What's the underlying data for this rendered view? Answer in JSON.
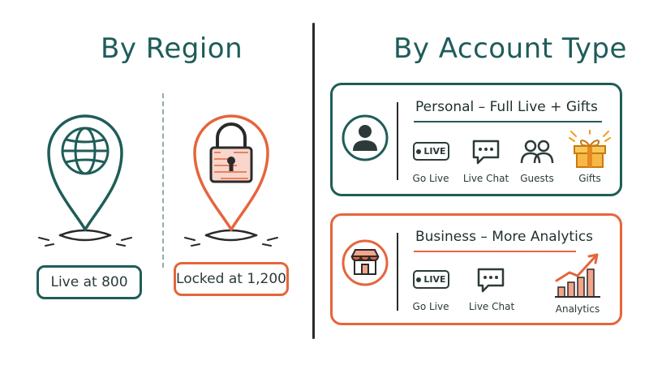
{
  "region": {
    "title": "By Region",
    "live_label": "Live at 800",
    "locked_label": "Locked at 1,200"
  },
  "account": {
    "title": "By Account Type",
    "personal": {
      "title": "Personal – Full Live + Gifts",
      "features": [
        "Go Live",
        "Live Chat",
        "Guests",
        "Gifts"
      ],
      "badge": "LIVE"
    },
    "business": {
      "title": "Business – More Analytics",
      "features": [
        "Go Live",
        "Live Chat",
        "Analytics"
      ],
      "badge": "LIVE"
    }
  },
  "colors": {
    "teal": "#1f5d58",
    "orange": "#e5653c",
    "gold": "#f0a020"
  },
  "icons": [
    "location-pin-icon",
    "globe-icon",
    "padlock-icon",
    "person-icon",
    "storefront-icon",
    "chat-bubble-icon",
    "guests-icon",
    "gift-icon",
    "analytics-icon"
  ]
}
